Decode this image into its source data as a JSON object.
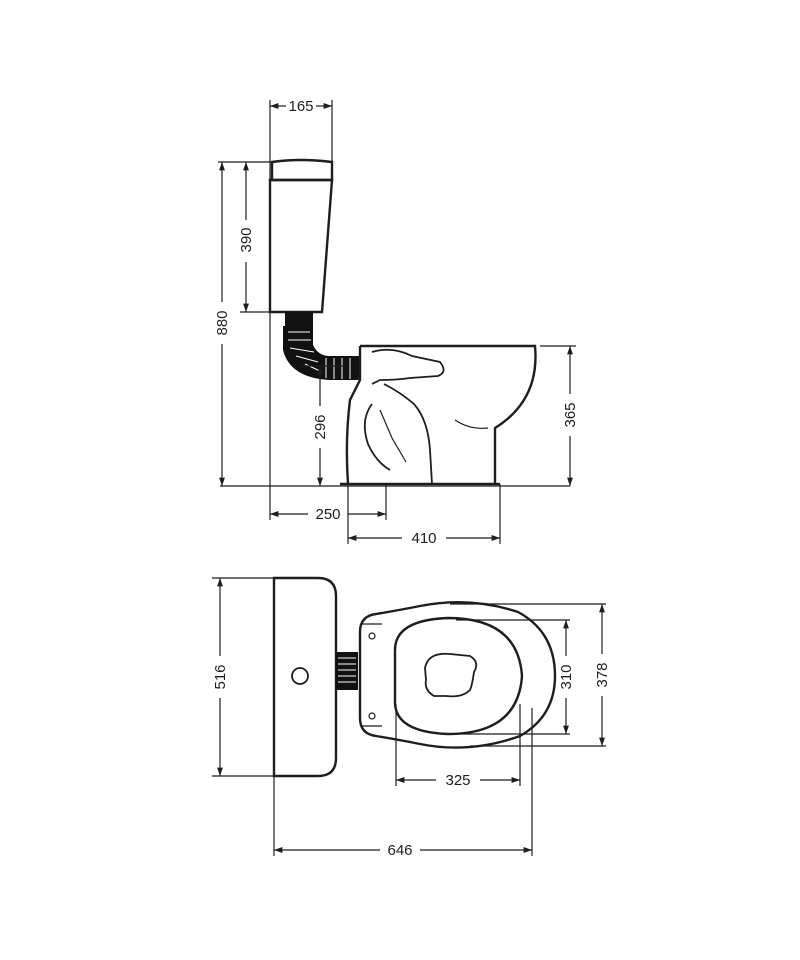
{
  "dimensions": {
    "side_view": {
      "tank_depth": "165",
      "tank_height": "390",
      "overall_height": "880",
      "inlet_height": "296",
      "bowl_height": "365",
      "outlet_offset": "250",
      "bowl_depth": "410"
    },
    "top_view": {
      "tank_width": "516",
      "seat_width": "310",
      "bowl_width": "378",
      "seat_length": "325",
      "overall_length": "646"
    }
  },
  "colors": {
    "line": "#1e1e1e",
    "hose": "#111111",
    "background": "#ffffff"
  }
}
